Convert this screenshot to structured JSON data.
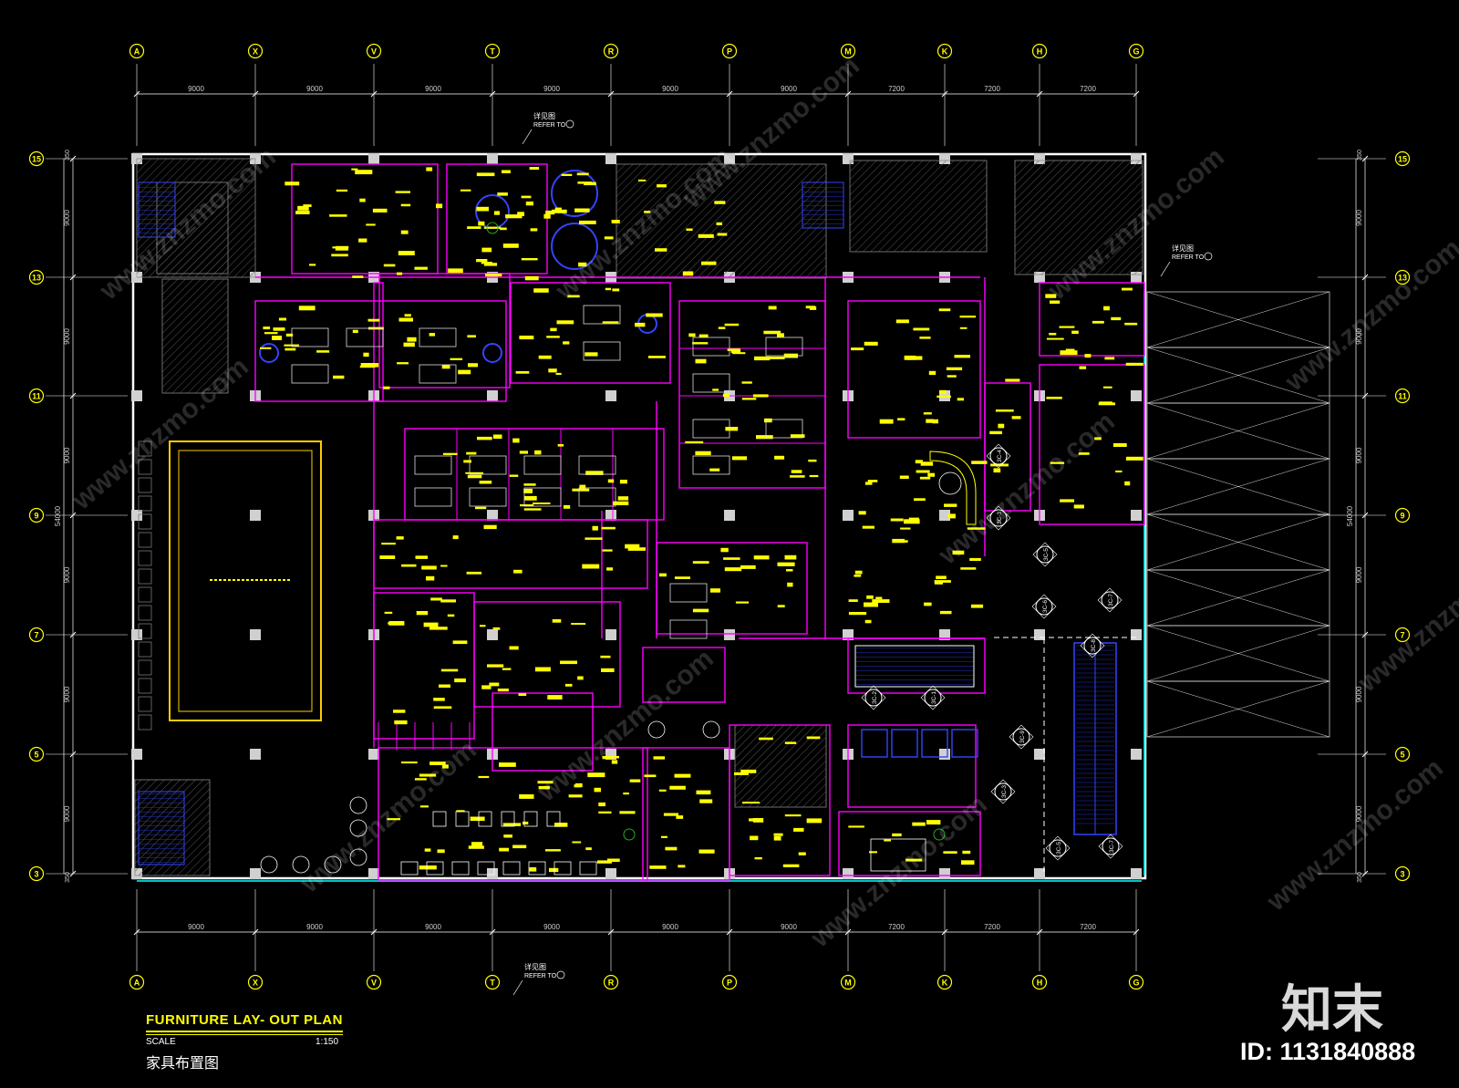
{
  "grid": {
    "columns": [
      "A",
      "X",
      "V",
      "T",
      "R",
      "P",
      "M",
      "K",
      "H",
      "G"
    ],
    "rows": [
      "15",
      "13",
      "11",
      "9",
      "7",
      "5",
      "3"
    ],
    "column_spacing": [
      "9000",
      "9000",
      "9000",
      "9000",
      "9000",
      "9000",
      "7200",
      "7200",
      "7200"
    ],
    "row_spacing": [
      "9000",
      "9000",
      "9000",
      "9000",
      "9000",
      "9000"
    ],
    "overall_dimension": "54000",
    "edge_dimension": "350"
  },
  "refer_note": {
    "cn": "详见图",
    "en": "REFER TO"
  },
  "section_markers": [
    "3C-4",
    "3C-3",
    "3C-5",
    "3C-6",
    "3C-7",
    "3C-8",
    "3C-2",
    "3C-1",
    "3C-9",
    "3C-3",
    "3C-5",
    "3C-7"
  ],
  "title_block": {
    "title": "FURNITURE LAY- OUT  PLAN",
    "scale_label": "SCALE",
    "scale_value": "1:150",
    "subtitle": "家具布置图"
  },
  "watermark": {
    "logo": "知末",
    "id_text": "ID: 1131840888",
    "site": "www.znzmo.com"
  },
  "colors": {
    "background": "#000000",
    "wall": "#ff00ff",
    "furniture": "#ffff00",
    "grid": "#ffffff",
    "grid_bubble": "#ffff00",
    "glazing": "#00ffff",
    "hatch": "#3a3a3a",
    "pool": "#ffcc00",
    "blue_fixture": "#3344ff"
  }
}
